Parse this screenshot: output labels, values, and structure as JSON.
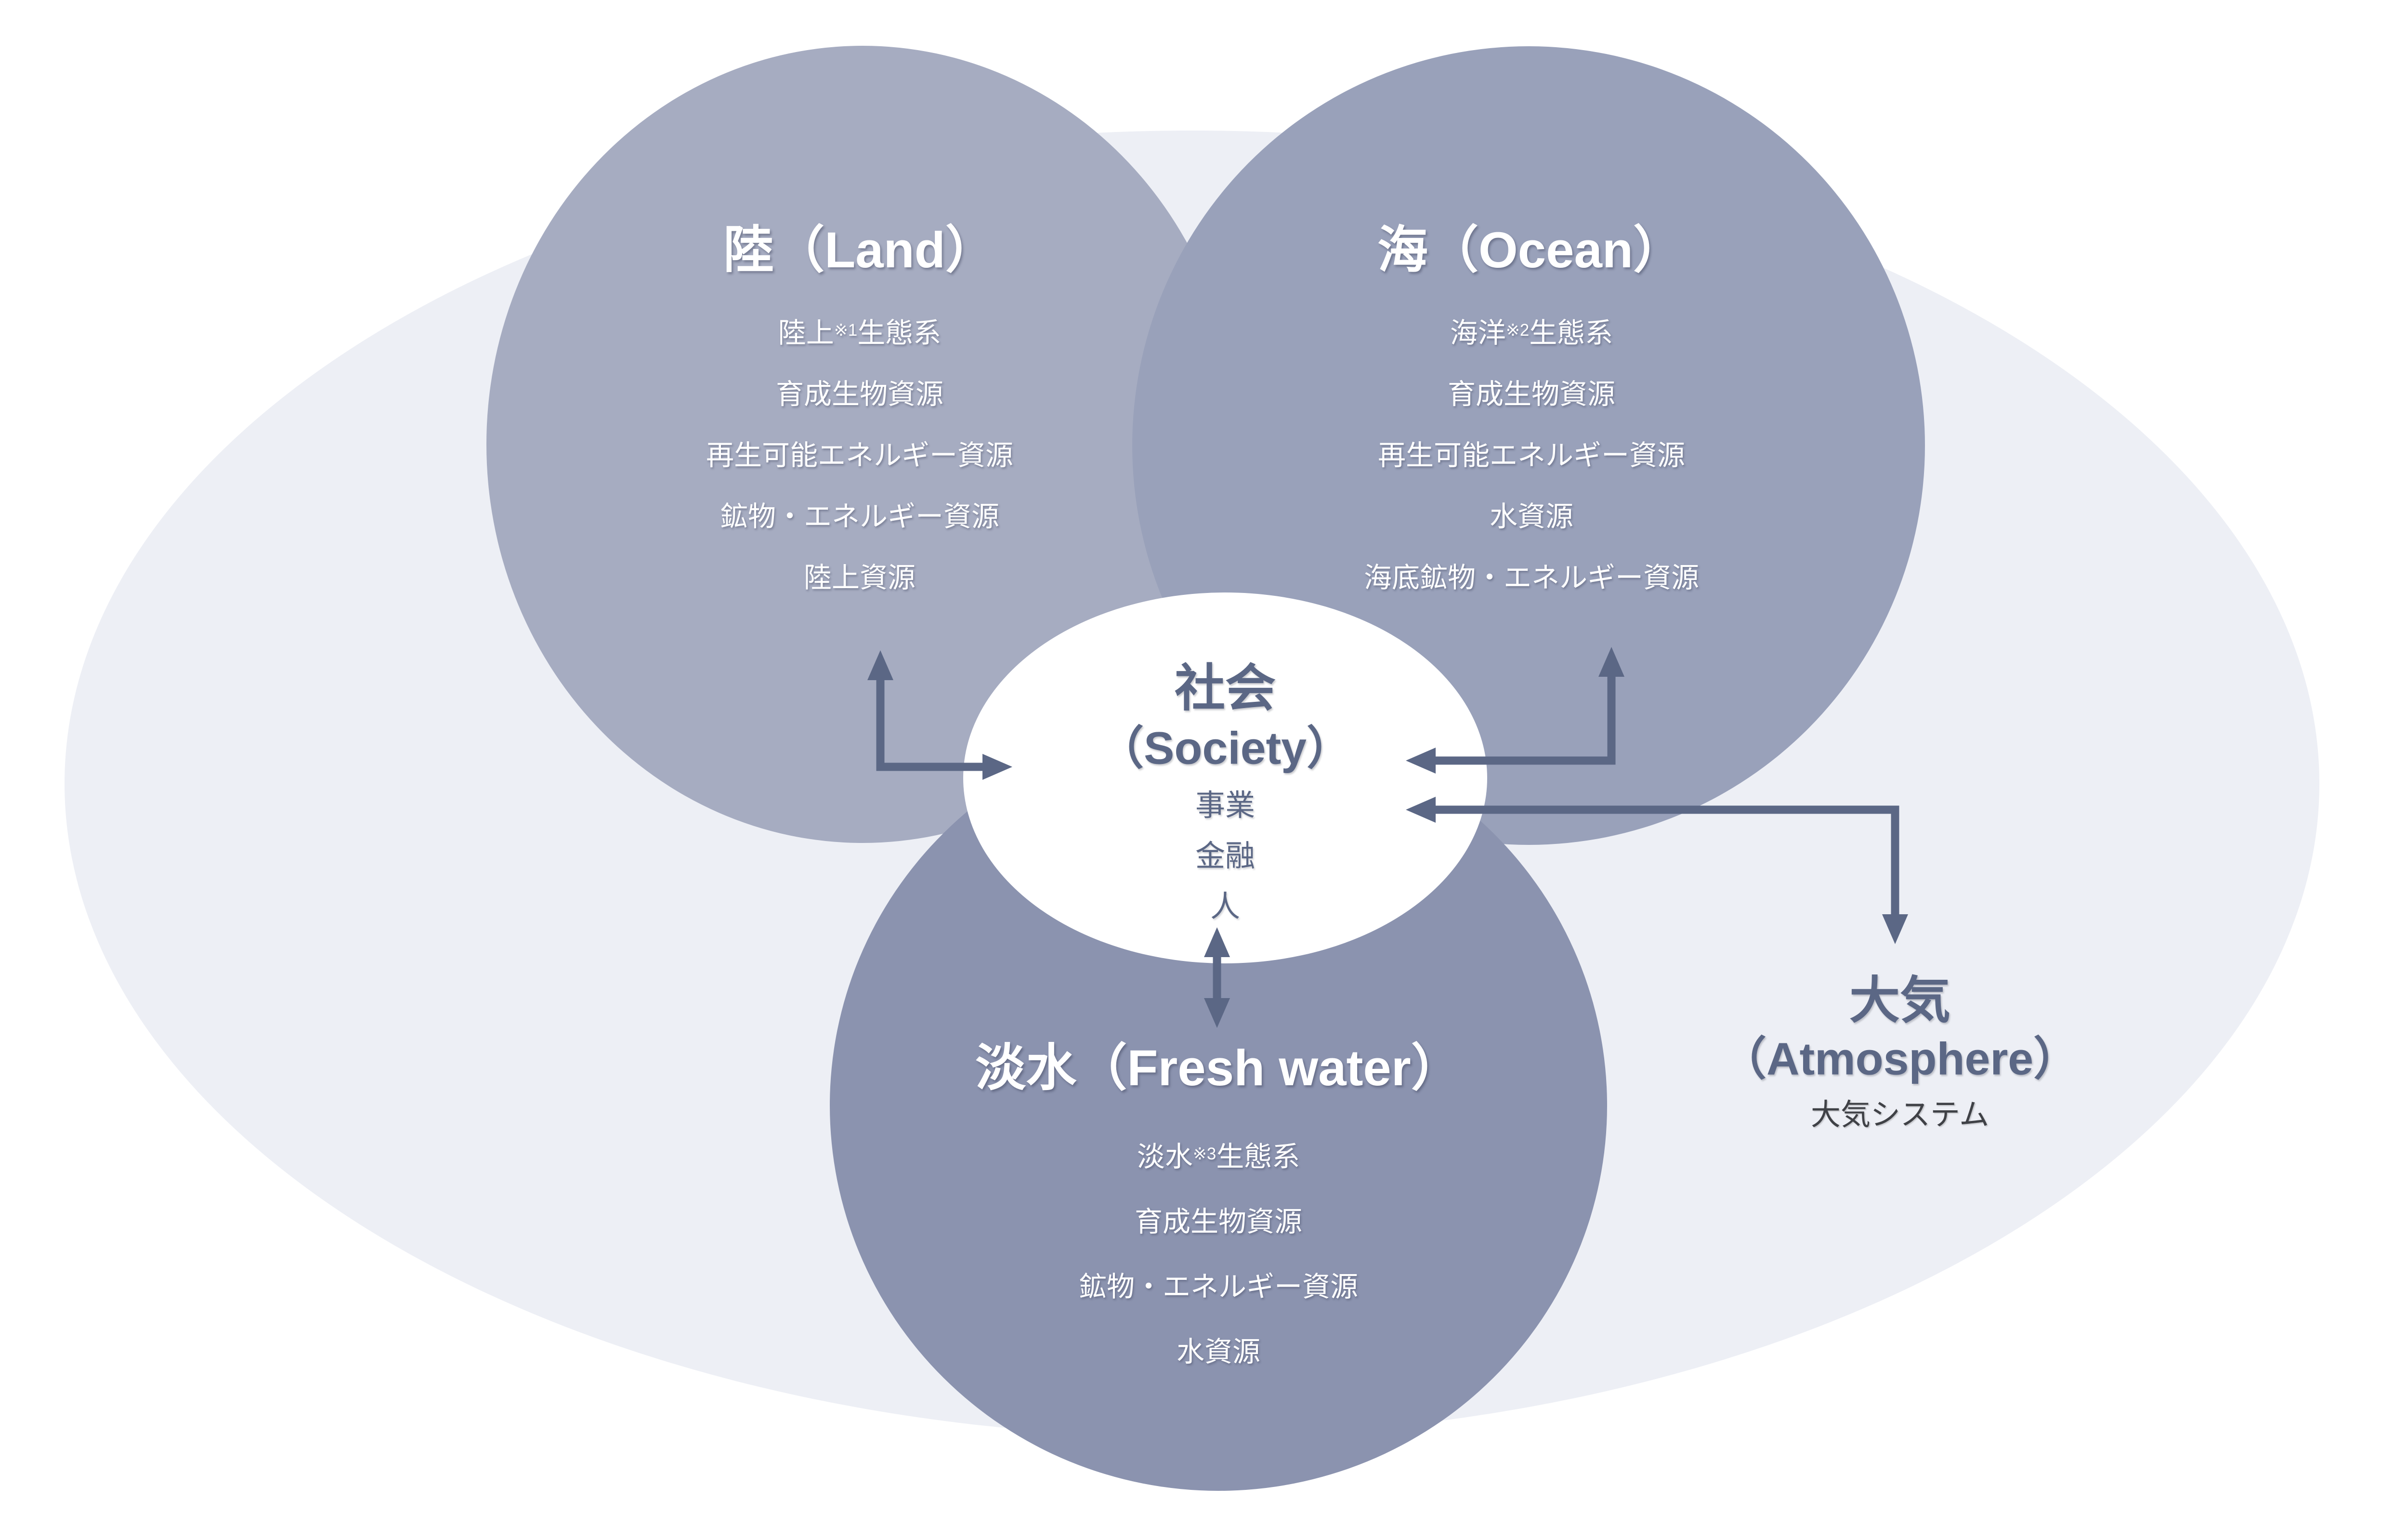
{
  "colors": {
    "land": "#a6acc1",
    "ocean": "#99a1ba",
    "freshwater": "#8b93af",
    "backdrop": "#edeff5",
    "society": "#ffffff",
    "accent": "#5b6785",
    "caption": "#3f4146"
  },
  "land": {
    "title": "陸（Land）",
    "lines": [
      {
        "pre": "陸上",
        "sup": "※1",
        "post": "生態系"
      },
      {
        "pre": "育成生物資源",
        "sup": "",
        "post": ""
      },
      {
        "pre": "再生可能エネルギー資源",
        "sup": "",
        "post": ""
      },
      {
        "pre": "鉱物・エネルギー資源",
        "sup": "",
        "post": ""
      },
      {
        "pre": "陸上資源",
        "sup": "",
        "post": ""
      }
    ]
  },
  "ocean": {
    "title": "海（Ocean）",
    "lines": [
      {
        "pre": "海洋",
        "sup": "※2",
        "post": "生態系"
      },
      {
        "pre": "育成生物資源",
        "sup": "",
        "post": ""
      },
      {
        "pre": "再生可能エネルギー資源",
        "sup": "",
        "post": ""
      },
      {
        "pre": "水資源",
        "sup": "",
        "post": ""
      },
      {
        "pre": "海底鉱物・エネルギー資源",
        "sup": "",
        "post": ""
      }
    ]
  },
  "freshwater": {
    "title": "淡水（Fresh water）",
    "lines": [
      {
        "pre": "淡水",
        "sup": "※3",
        "post": "生態系"
      },
      {
        "pre": "育成生物資源",
        "sup": "",
        "post": ""
      },
      {
        "pre": "鉱物・エネルギー資源",
        "sup": "",
        "post": ""
      },
      {
        "pre": "水資源",
        "sup": "",
        "post": ""
      }
    ]
  },
  "society": {
    "title": "社会",
    "subtitle": "（Society）",
    "lines": [
      "事業",
      "金融",
      "人"
    ]
  },
  "atmosphere": {
    "title": "大気",
    "subtitle": "（Atmosphere）",
    "caption": "大気システム"
  }
}
